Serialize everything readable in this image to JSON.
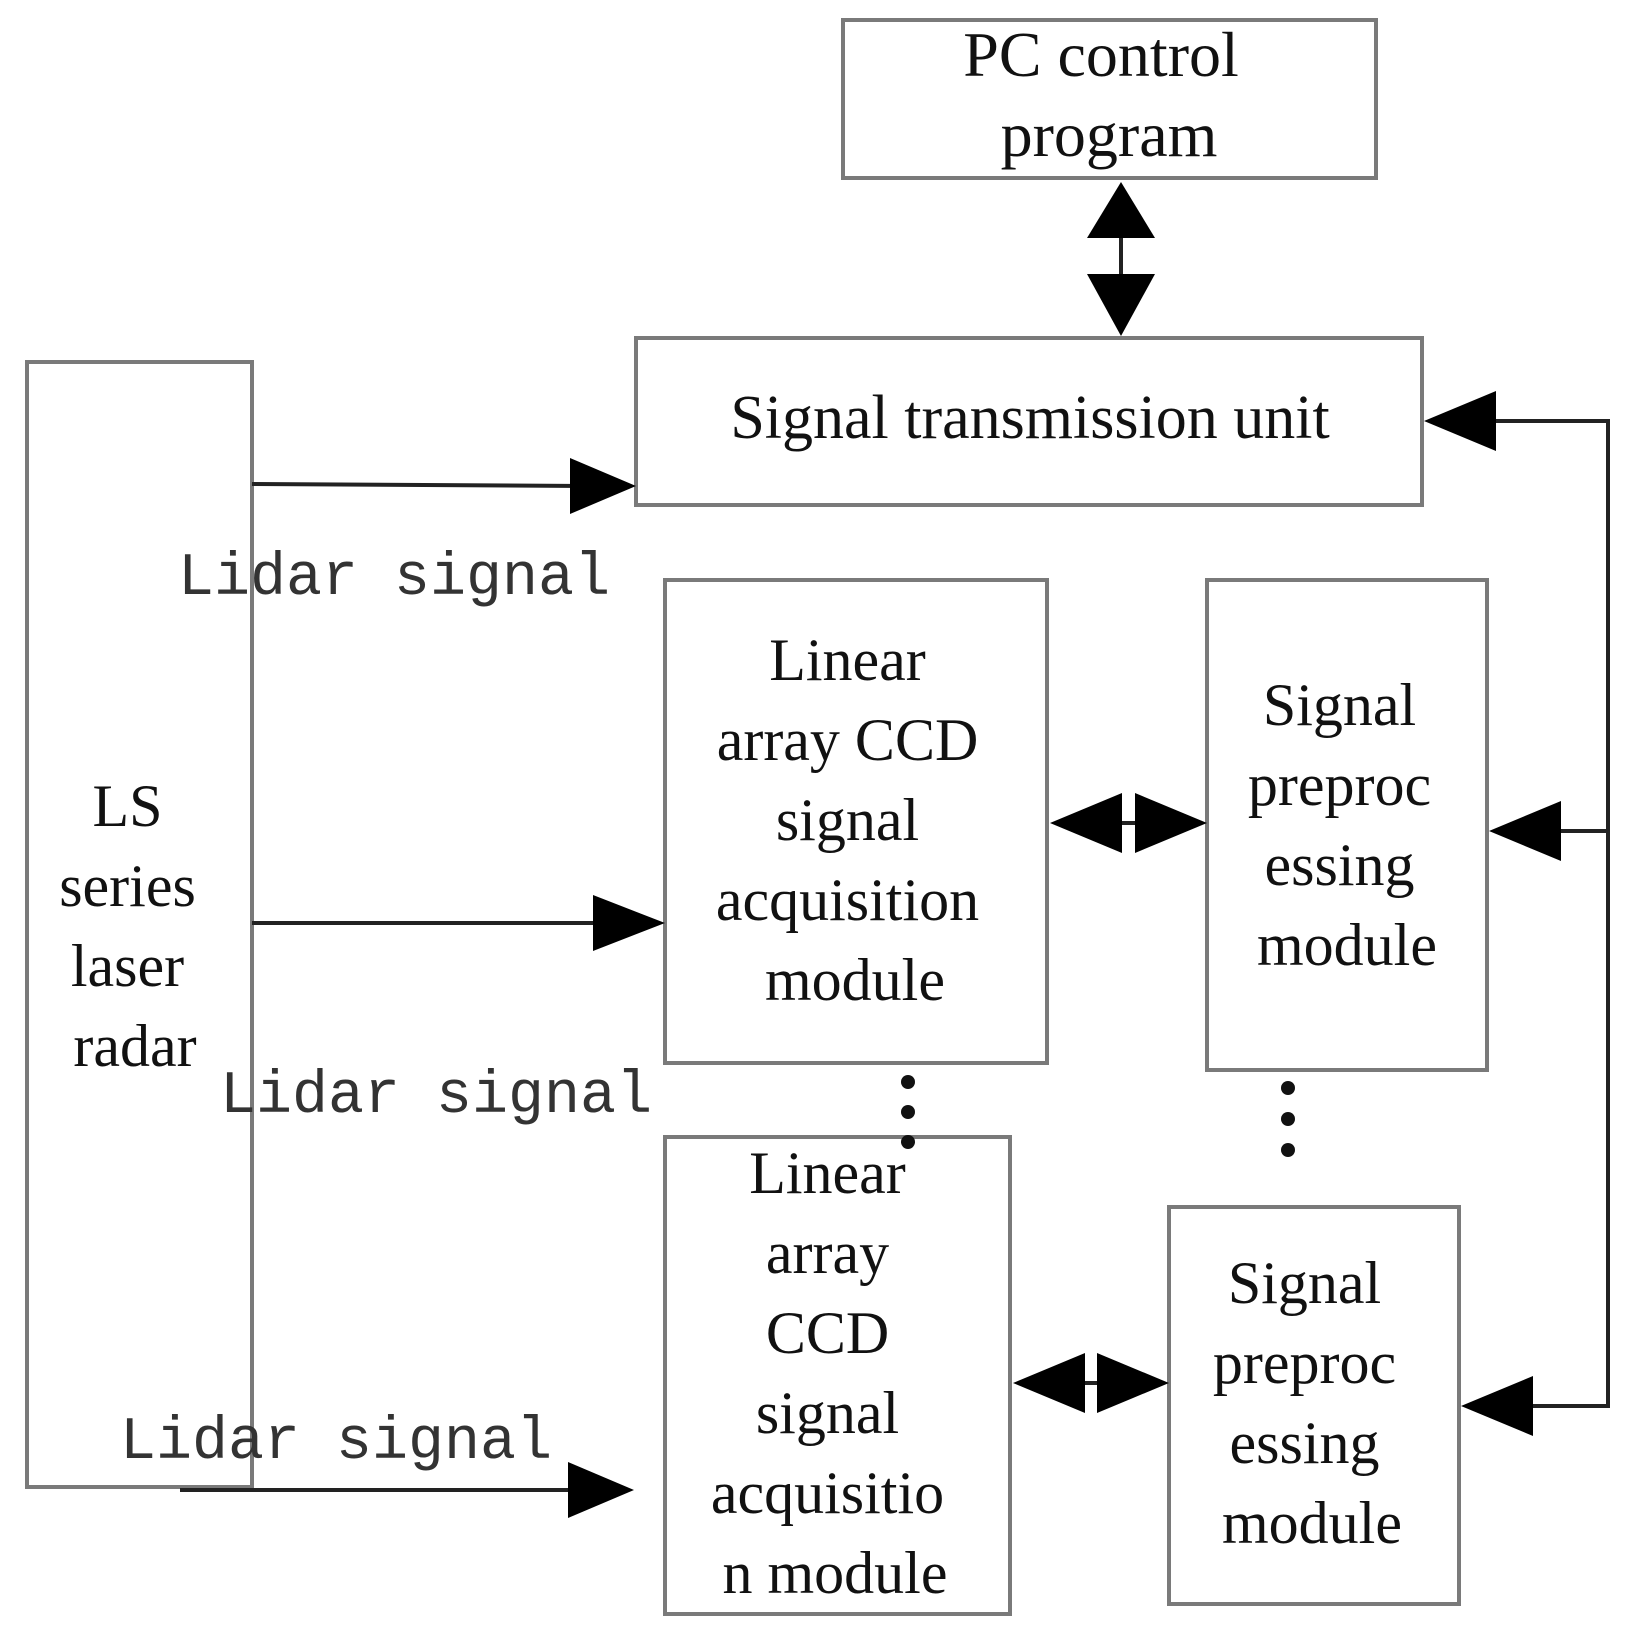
{
  "diagram": {
    "pc": [
      "PC control",
      "program"
    ],
    "transmission": "Signal transmission unit",
    "radar": [
      "LS",
      "series",
      "laser",
      "radar"
    ],
    "ccd1": [
      "Linear",
      "array CCD",
      "signal",
      "acquisition",
      "module"
    ],
    "ccd2": [
      "Linear",
      "array",
      "CCD",
      "signal",
      "acquisitio",
      "n module"
    ],
    "pre1": [
      "Signal",
      "preproc",
      "essing",
      "module"
    ],
    "pre2": [
      "Signal",
      "preproc",
      "essing",
      "module"
    ],
    "lidar1": "Lidar signal",
    "lidar2": "Lidar signal",
    "lidar3": "Lidar signal"
  }
}
